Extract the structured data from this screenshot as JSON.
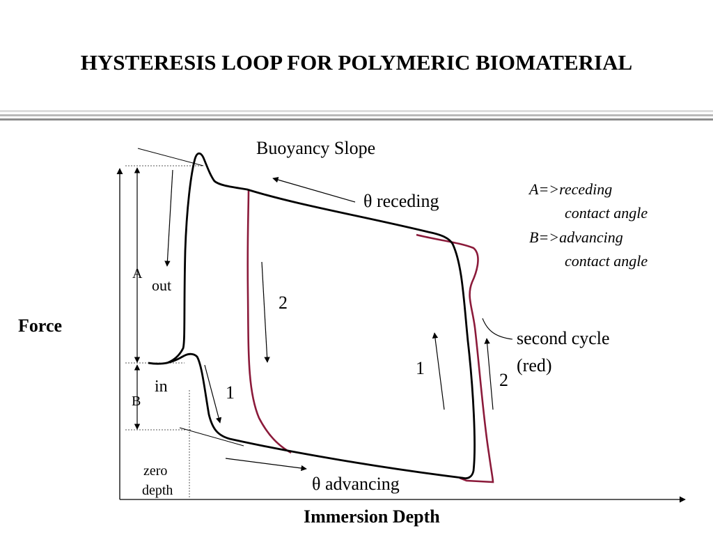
{
  "title": "HYSTERESIS LOOP FOR POLYMERIC BIOMATERIAL",
  "colors": {
    "first_cycle": "#000000",
    "second_cycle": "#8b1a3a",
    "rule_light": "#dcdcdc",
    "rule_mid": "#b9b9b9",
    "rule_dark": "#8c8c8c"
  },
  "labels": {
    "buoyancy_slope": "Buoyancy Slope",
    "theta_receding": "θ receding",
    "theta_advancing": "θ advancing",
    "force": "Force",
    "immersion_depth": "Immersion Depth",
    "a_marker": "A",
    "b_marker": "B",
    "out": "out",
    "in": "in",
    "zero": "zero",
    "depth": "depth",
    "arrow_left_down_1": "1",
    "arrow_left_down_2": "2",
    "arrow_right_up_1": "1",
    "arrow_right_up_2": "2",
    "second_cycle_line1": "second cycle",
    "second_cycle_line2": "(red)"
  },
  "legend": {
    "a_prefix": "A=>",
    "a_term": "receding",
    "a_cont": "contact angle",
    "b_prefix": "B=>",
    "b_term": "advancing",
    "b_cont": "contact angle"
  }
}
